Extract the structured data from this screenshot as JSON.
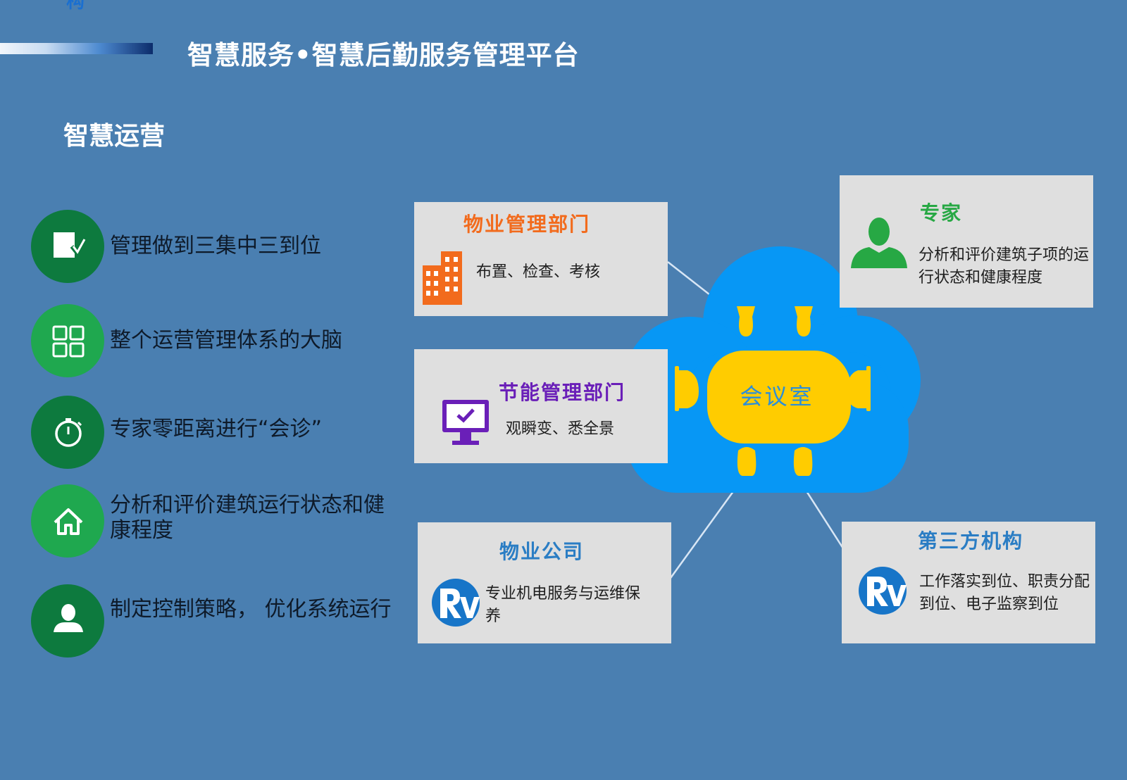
{
  "top_cut_text": "构",
  "page_title": "智慧服务•智慧后勤服务管理平台",
  "section_title": "智慧运营",
  "features": [
    {
      "text": "管理做到三集中三到位",
      "icon": "edit-icon",
      "color": "#0d7a3e"
    },
    {
      "text": "整个运营管理体系的大脑",
      "icon": "grid-icon",
      "color": "#1fa84f"
    },
    {
      "text": "专家零距离进行“会诊”",
      "icon": "stopwatch-icon",
      "color": "#0d7a3e"
    },
    {
      "text": "分析和评价建筑运行状态和健康程度",
      "icon": "home-icon",
      "color": "#1fa84f"
    },
    {
      "text": "制定控制策略， 优化系统运行",
      "icon": "user-icon",
      "color": "#0d7a3e"
    }
  ],
  "cards": {
    "property_dept": {
      "title": "物业管理部门",
      "text": "布置、检查、考核",
      "title_color": "#f26b1d",
      "icon": "building-icon"
    },
    "energy_dept": {
      "title": "节能管理部门",
      "text": "观瞬变、悉全景",
      "title_color": "#6a1fb8",
      "icon": "monitor-check-icon"
    },
    "expert": {
      "title": "专家",
      "text": "分析和评价建筑子项的运行状态和健康程度",
      "title_color": "#27a844",
      "icon": "person-icon"
    },
    "property_company": {
      "title": "物业公司",
      "text": "专业机电服务与运维保养",
      "title_color": "#2a7dc4",
      "icon": "rv-logo-icon"
    },
    "third_party": {
      "title": "第三方机构",
      "text": "工作落实到位、职责分配到位、电子监察到位",
      "title_color": "#2a7dc4",
      "icon": "rv-logo-icon"
    }
  },
  "meeting_room": {
    "label": "会议室",
    "cloud_color": "#0797f5",
    "table_color": "#ffcc00"
  }
}
